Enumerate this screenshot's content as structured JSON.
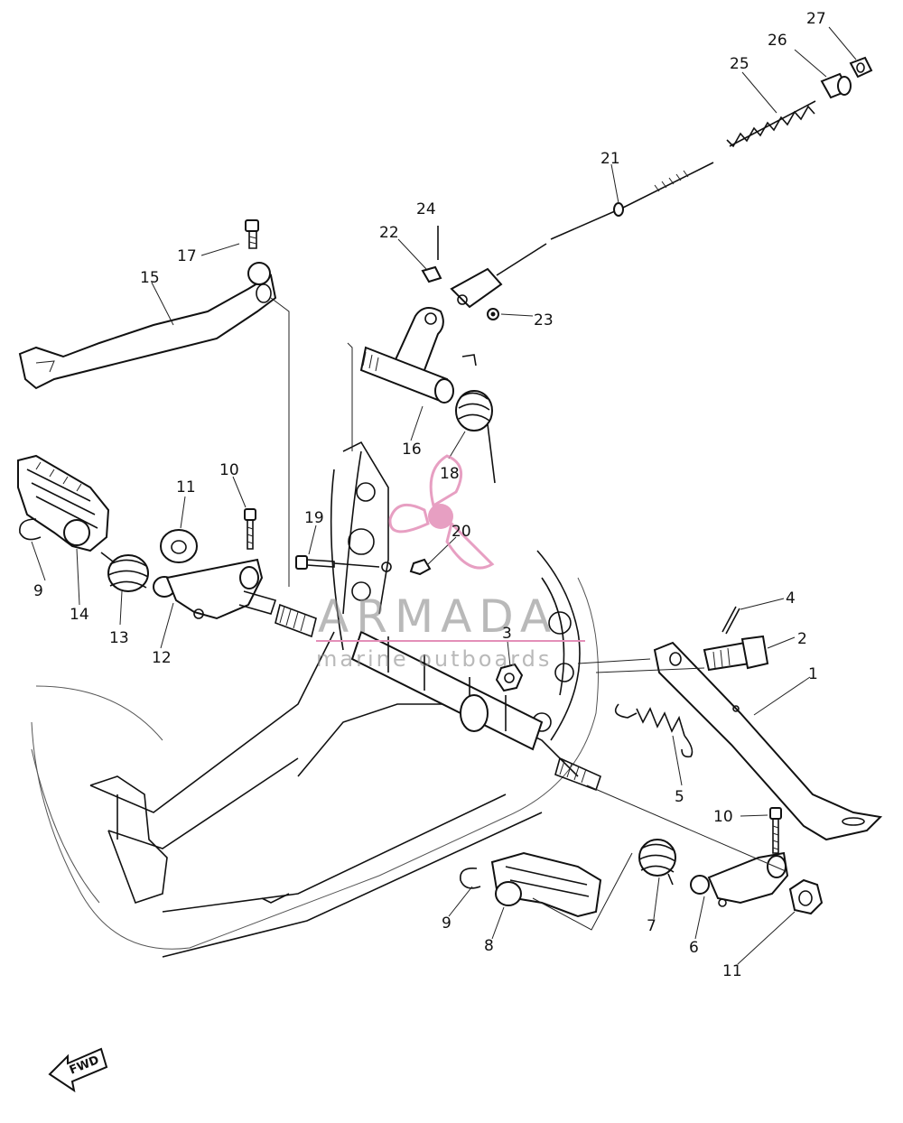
{
  "watermark": {
    "brand": "ARMADA",
    "tagline": "marine outboards",
    "accent_color": "#e38fb8",
    "text_color": "#8a8a8a",
    "icon": "propeller-logo-icon"
  },
  "direction_badge": "FWD",
  "callouts": [
    {
      "id": "1",
      "label": "1"
    },
    {
      "id": "2",
      "label": "2"
    },
    {
      "id": "3",
      "label": "3"
    },
    {
      "id": "4",
      "label": "4"
    },
    {
      "id": "5",
      "label": "5"
    },
    {
      "id": "6",
      "label": "6"
    },
    {
      "id": "7",
      "label": "7"
    },
    {
      "id": "8",
      "label": "8"
    },
    {
      "id": "9a",
      "label": "9"
    },
    {
      "id": "9b",
      "label": "9"
    },
    {
      "id": "10a",
      "label": "10"
    },
    {
      "id": "10b",
      "label": "10"
    },
    {
      "id": "11a",
      "label": "11"
    },
    {
      "id": "11b",
      "label": "11"
    },
    {
      "id": "12",
      "label": "12"
    },
    {
      "id": "13",
      "label": "13"
    },
    {
      "id": "14",
      "label": "14"
    },
    {
      "id": "15",
      "label": "15"
    },
    {
      "id": "16",
      "label": "16"
    },
    {
      "id": "17",
      "label": "17"
    },
    {
      "id": "18",
      "label": "18"
    },
    {
      "id": "19",
      "label": "19"
    },
    {
      "id": "20",
      "label": "20"
    },
    {
      "id": "21",
      "label": "21"
    },
    {
      "id": "22",
      "label": "22"
    },
    {
      "id": "23",
      "label": "23"
    },
    {
      "id": "24",
      "label": "24"
    },
    {
      "id": "25",
      "label": "25"
    },
    {
      "id": "26",
      "label": "26"
    },
    {
      "id": "27",
      "label": "27"
    }
  ]
}
